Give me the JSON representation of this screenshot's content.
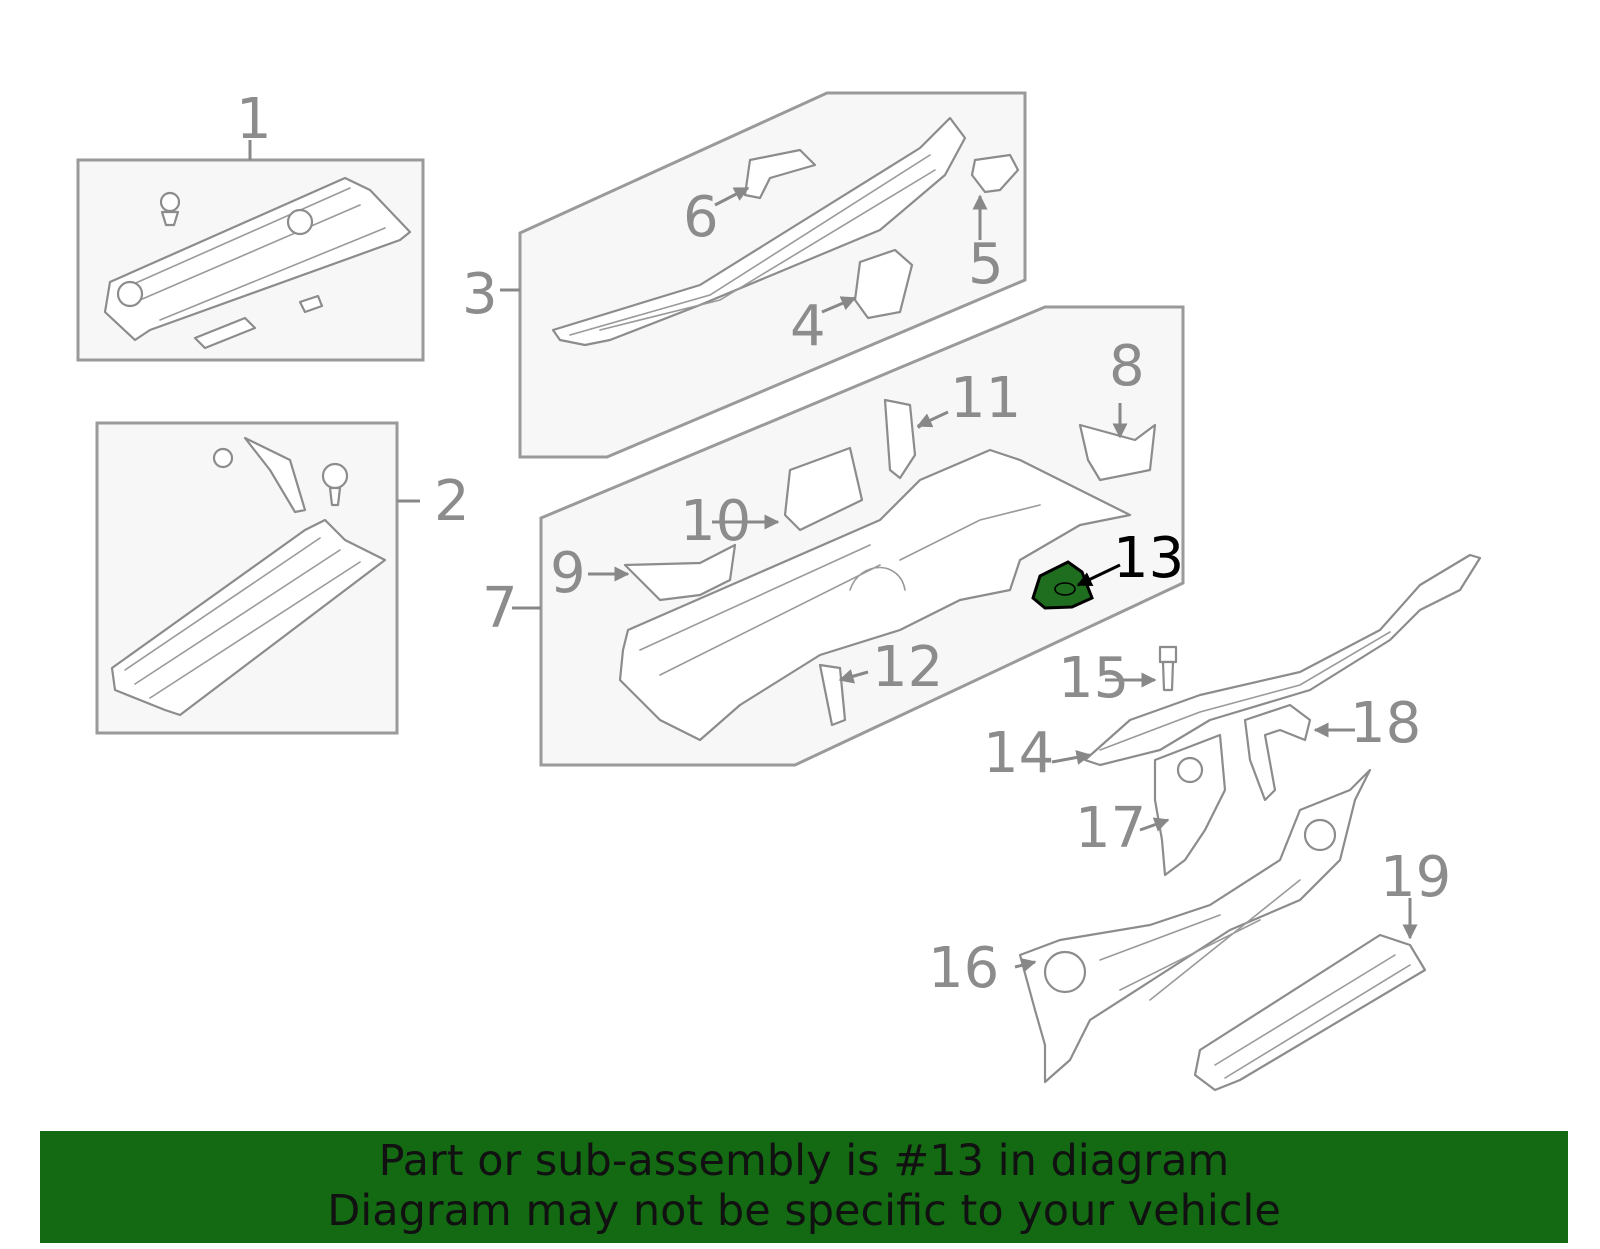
{
  "diagram": {
    "highlight_part": "13",
    "highlight_color": "#1f6e1f",
    "callouts": [
      "1",
      "2",
      "3",
      "4",
      "5",
      "6",
      "7",
      "8",
      "9",
      "10",
      "11",
      "12",
      "13",
      "14",
      "15",
      "16",
      "17",
      "18",
      "19"
    ]
  },
  "banner": {
    "line1": "Part or sub-assembly is #13 in diagram",
    "line2": "Diagram may not be specific to your vehicle",
    "background": "#136a13"
  }
}
